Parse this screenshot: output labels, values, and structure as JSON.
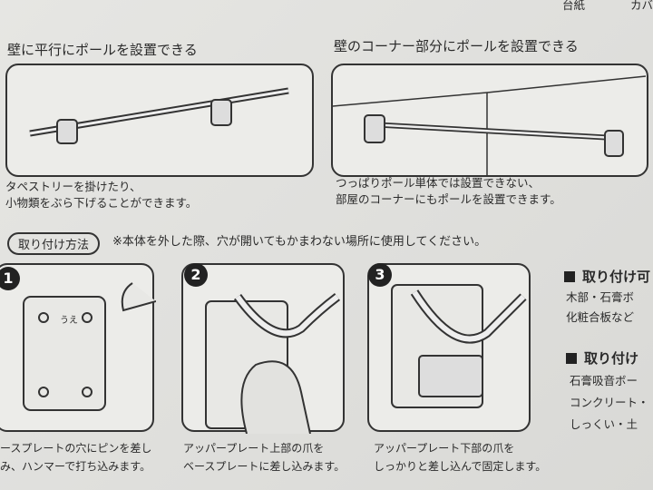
{
  "header": {
    "label_a": "台紙",
    "label_b": "カバ"
  },
  "features": [
    {
      "title": "壁に平行にポールを設置できる",
      "desc": [
        "タペストリーを掛けたり、",
        "小物類をぶら下げることができます。"
      ]
    },
    {
      "title": "壁のコーナー部分にポールを設置できる",
      "desc": [
        "つっぱりポール単体では設置できない、",
        "部屋のコーナーにもポールを設置できます。"
      ]
    }
  ],
  "method": {
    "label": "取り付け方法",
    "note": "※本体を外した際、穴が開いてもかまわない場所に使用してください。"
  },
  "steps": [
    {
      "num": "1",
      "marker": "うえ",
      "desc": [
        "ースプレートの穴にピンを差し",
        "み、ハンマーで打ち込みます。"
      ]
    },
    {
      "num": "2",
      "desc": [
        "アッパープレート上部の爪を",
        "ベースプレートに差し込みます。"
      ]
    },
    {
      "num": "3",
      "desc": [
        "アッパープレート下部の爪を",
        "しっかりと差し込んで固定します。"
      ]
    }
  ],
  "side": [
    {
      "title": "取り付け可",
      "items": [
        "木部・石膏ボ",
        "化粧合板など"
      ]
    },
    {
      "title": "取り付け",
      "items": [
        "石膏吸音ボー",
        "コンクリート・",
        "しっくい・土"
      ]
    }
  ]
}
